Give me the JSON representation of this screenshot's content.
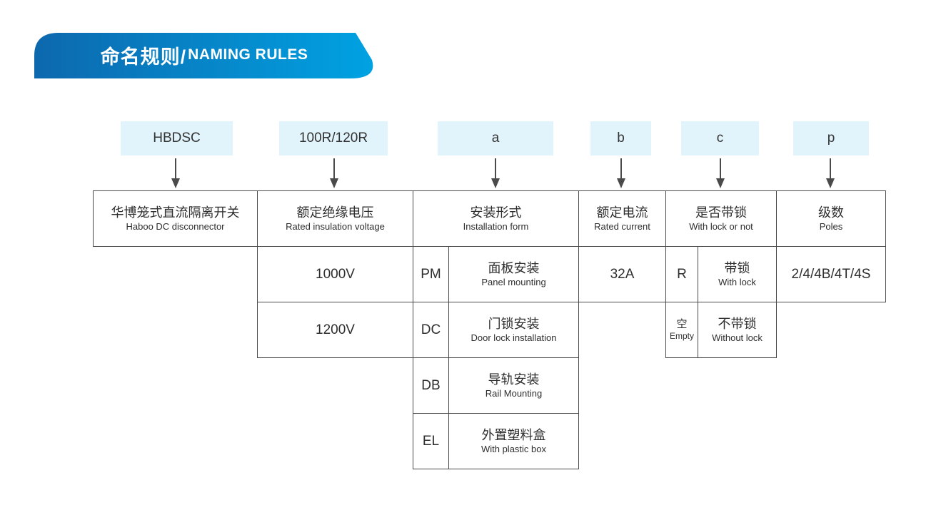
{
  "banner": {
    "title_zh": "命名规则/",
    "title_en": "NAMING RULES",
    "gradient_start": "#0d68ae",
    "gradient_end": "#00a2e2"
  },
  "top_boxes": [
    {
      "label": "HBDSC"
    },
    {
      "label": "100R/120R"
    },
    {
      "label": "a"
    },
    {
      "label": "b"
    },
    {
      "label": "c"
    },
    {
      "label": "p"
    }
  ],
  "table": {
    "headers": [
      {
        "zh": "华博笼式直流隔离开关",
        "en": "Haboo DC disconnector"
      },
      {
        "zh": "额定绝缘电压",
        "en": "Rated insulation voltage"
      },
      {
        "zh": "安装形式",
        "en": "Installation form"
      },
      {
        "zh": "额定电流",
        "en": "Rated current"
      },
      {
        "zh": "是否带锁",
        "en": "With lock or not"
      },
      {
        "zh": "级数",
        "en": "Poles"
      }
    ],
    "voltages": [
      "1000V",
      "1200V"
    ],
    "installation": [
      {
        "code": "PM",
        "zh": "面板安装",
        "en": "Panel mounting"
      },
      {
        "code": "DC",
        "zh": "门锁安装",
        "en": "Door lock installation"
      },
      {
        "code": "DB",
        "zh": "导轨安装",
        "en": "Rail Mounting"
      },
      {
        "code": "EL",
        "zh": "外置塑料盒",
        "en": "With plastic box"
      }
    ],
    "current": "32A",
    "lock": [
      {
        "code_zh": "R",
        "code_en": "",
        "zh": "带锁",
        "en": "With lock"
      },
      {
        "code_zh": "空",
        "code_en": "Empty",
        "zh": "不带锁",
        "en": "Without lock"
      }
    ],
    "poles": "2/4/4B/4T/4S"
  },
  "colors": {
    "box_fill": "#e1f3fb",
    "border": "#4a4a4a",
    "text": "#2e2e2e"
  }
}
